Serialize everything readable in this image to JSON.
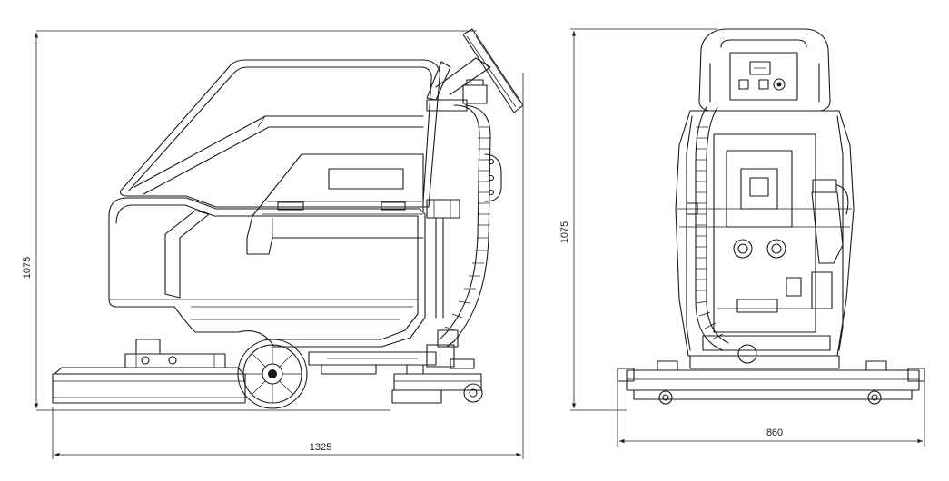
{
  "dimensions": {
    "side_height": "1075",
    "side_length": "1325",
    "front_height": "1075",
    "front_width": "860"
  }
}
